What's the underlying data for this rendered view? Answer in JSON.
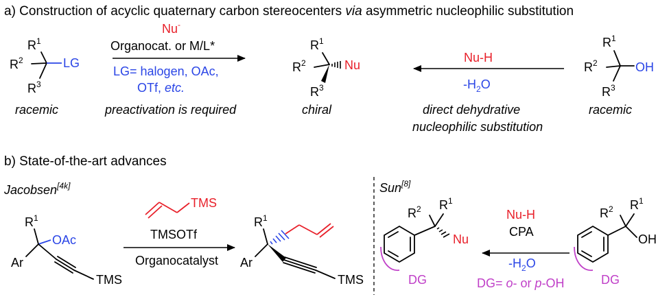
{
  "section_a": {
    "title_pre": "a) Construction of acyclic quaternary carbon stereocenters ",
    "title_via": "via",
    "title_post": " asymmetric nucleophilic substitution",
    "left_mol": {
      "r1": "R",
      "r1_sup": "1",
      "r2": "R",
      "r2_sup": "2",
      "r3": "R",
      "r3_sup": "3",
      "lg": "LG",
      "caption": "racemic"
    },
    "left_arrow": {
      "nu": "Nu",
      "nu_sup": "-",
      "reagent": "Organocat. or M/L*",
      "lg_line1": "LG= halogen, OAc,",
      "lg_line2_pre": "OTf, ",
      "lg_line2_it": "etc.",
      "note": "preactivation is required"
    },
    "center_mol": {
      "r1": "R",
      "r1_sup": "1",
      "r2": "R",
      "r2_sup": "2",
      "r3": "R",
      "r3_sup": "3",
      "nu": "Nu",
      "caption": "chiral"
    },
    "right_arrow": {
      "reagent": "Nu-H",
      "water_pre": "-H",
      "water_sub": "2",
      "water_post": "O",
      "note1": "direct dehydrative",
      "note2": "nucleophilic substitution"
    },
    "right_mol": {
      "r1": "R",
      "r1_sup": "1",
      "r2": "R",
      "r2_sup": "2",
      "r3": "R",
      "r3_sup": "3",
      "oh": "OH",
      "caption": "racemic"
    }
  },
  "section_b": {
    "title": "b) State-of-the-art advances",
    "jacobsen": {
      "author": "Jacobsen",
      "ref": "[4k]",
      "reactant": {
        "r1": "R",
        "r1_sup": "1",
        "oac": "OAc",
        "ar": "Ar",
        "tms": "TMS"
      },
      "reagent_tms": "TMS",
      "reagent1": "TMSOTf",
      "reagent2": "Organocatalyst",
      "product": {
        "r1": "R",
        "r1_sup": "1",
        "ar": "Ar",
        "tms": "TMS"
      }
    },
    "sun": {
      "author": "Sun",
      "ref": "[8]",
      "product": {
        "r1": "R",
        "r1_sup": "1",
        "r2": "R",
        "r2_sup": "2",
        "nu": "Nu",
        "dg": "DG"
      },
      "reagent1": "Nu-H",
      "reagent2": "CPA",
      "water_pre": "-H",
      "water_sub": "2",
      "water_post": "O",
      "reactant": {
        "r1": "R",
        "r1_sup": "1",
        "r2": "R",
        "r2_sup": "2",
        "oh": "OH",
        "dg": "DG"
      },
      "dg_note_pre": "DG= ",
      "dg_note_o": "o",
      "dg_note_mid": "- or ",
      "dg_note_p": "p",
      "dg_note_post": "-OH"
    }
  }
}
